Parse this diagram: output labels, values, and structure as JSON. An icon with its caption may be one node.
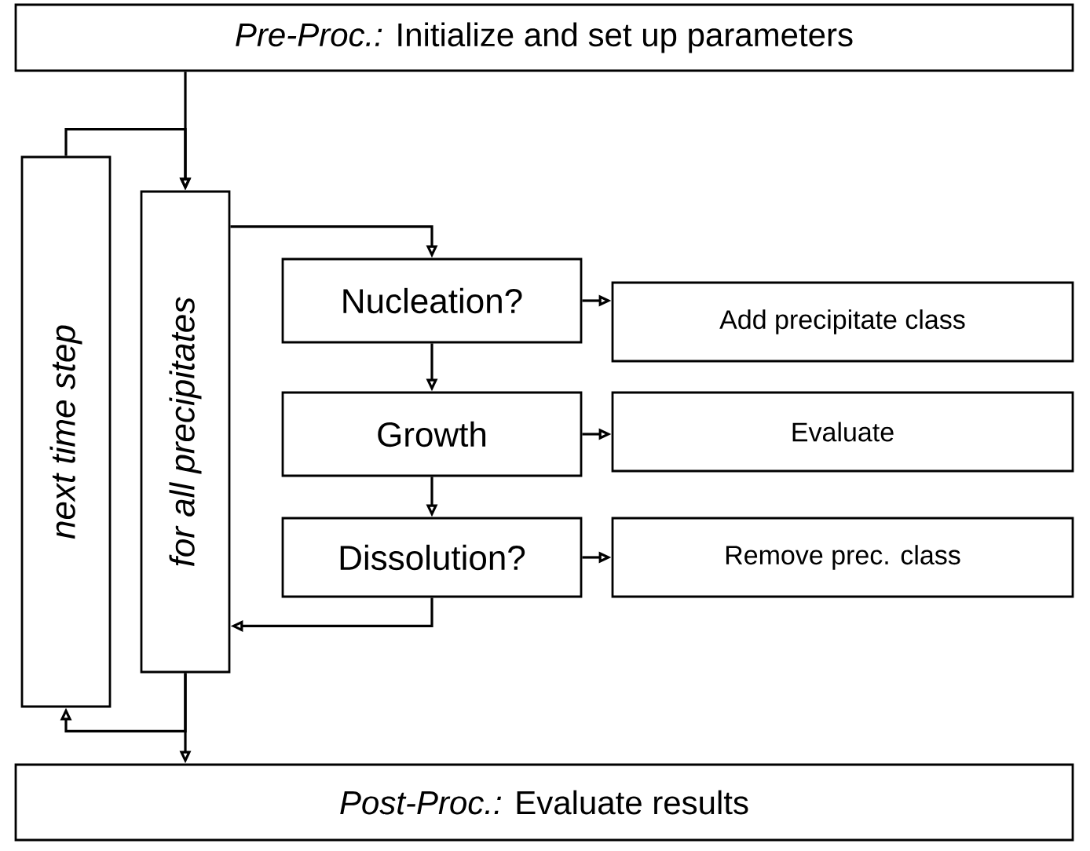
{
  "diagram": {
    "nodes": [
      {
        "text": [
          "*Pre-Proc.:* Initialize and set up parameters"
        ]
      },
      {
        "text": [
          "next time step"
        ]
      },
      {
        "text": [
          "for all precipitates"
        ]
      },
      {
        "text": [
          "Nucleation?"
        ]
      },
      {
        "text": [
          "Growth"
        ]
      },
      {
        "text": [
          "Dissolution?"
        ]
      },
      {
        "text": [
          "Add precipitate class"
        ]
      },
      {
        "text": [
          "Evaluate"
        ]
      },
      {
        "text": [
          "Remove prec. class"
        ]
      },
      {
        "text": [
          "*Post-Proc.:* Evaluate results"
        ]
      }
    ],
    "edges": [
      {
        "from": 0,
        "to": 2,
        "arrow": "to"
      },
      {
        "from": 1,
        "to": 2,
        "arrow": "to"
      },
      {
        "from": 2,
        "to": 3,
        "arrow": "to"
      },
      {
        "from": 3,
        "to": 4,
        "arrow": "to"
      },
      {
        "from": 4,
        "to": 5,
        "arrow": "to"
      },
      {
        "from": 3,
        "to": 6,
        "arrow": "to"
      },
      {
        "from": 4,
        "to": 7,
        "arrow": "to"
      },
      {
        "from": 5,
        "to": 8,
        "arrow": "to"
      },
      {
        "from": 5,
        "to": 2,
        "arrow": "to"
      },
      {
        "from": 2,
        "to": 9,
        "arrow": "to"
      },
      {
        "from": 2,
        "to": 1,
        "arrow": "to"
      }
    ]
  }
}
